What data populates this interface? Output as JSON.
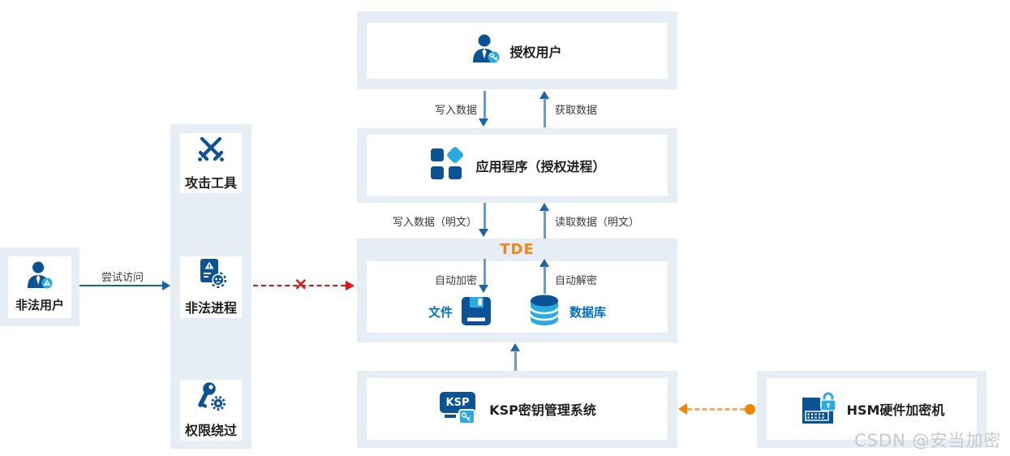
{
  "colors": {
    "panel_bg": "#e7edf5",
    "card_bg": "#ffffff",
    "icon_dark_blue": "#0b5394",
    "icon_cyan": "#29abe2",
    "arrow_line": "#6d99c2",
    "arrow_head": "#1b64a8",
    "access_arrow": "#1665a8",
    "blocked_red": "#e11414",
    "hsm_link_orange": "#f08300",
    "hsm_link_orange_light": "#f6a963",
    "tde_title_orange": "#f08511",
    "storage_text_blue": "#0070c0",
    "watermark_gray": "#c9c9c9"
  },
  "nodes": {
    "authorized_user": {
      "label": "授权用户"
    },
    "application": {
      "label": "应用程序（授权进程）"
    },
    "tde": {
      "title": "TDE",
      "encrypt_label": "自动加密",
      "decrypt_label": "自动解密",
      "file_label": "文件",
      "database_label": "数据库"
    },
    "ksp": {
      "label": "KSP密钥管理系统",
      "icon_text": "KSP"
    },
    "hsm": {
      "label": "HSM硬件加密机"
    },
    "illegal_user": {
      "label": "非法用户"
    }
  },
  "threats": [
    {
      "label": "攻击工具"
    },
    {
      "label": "非法进程"
    },
    {
      "label": "权限绕过"
    }
  ],
  "edges": {
    "write_data": "写入数据",
    "fetch_data": "获取数据",
    "write_plaintext": "写入数据（明文）",
    "read_plaintext": "读取数据（明文）",
    "attempt_access": "尝试访问",
    "blocked_mark": "×"
  },
  "watermark": "CSDN @安当加密"
}
